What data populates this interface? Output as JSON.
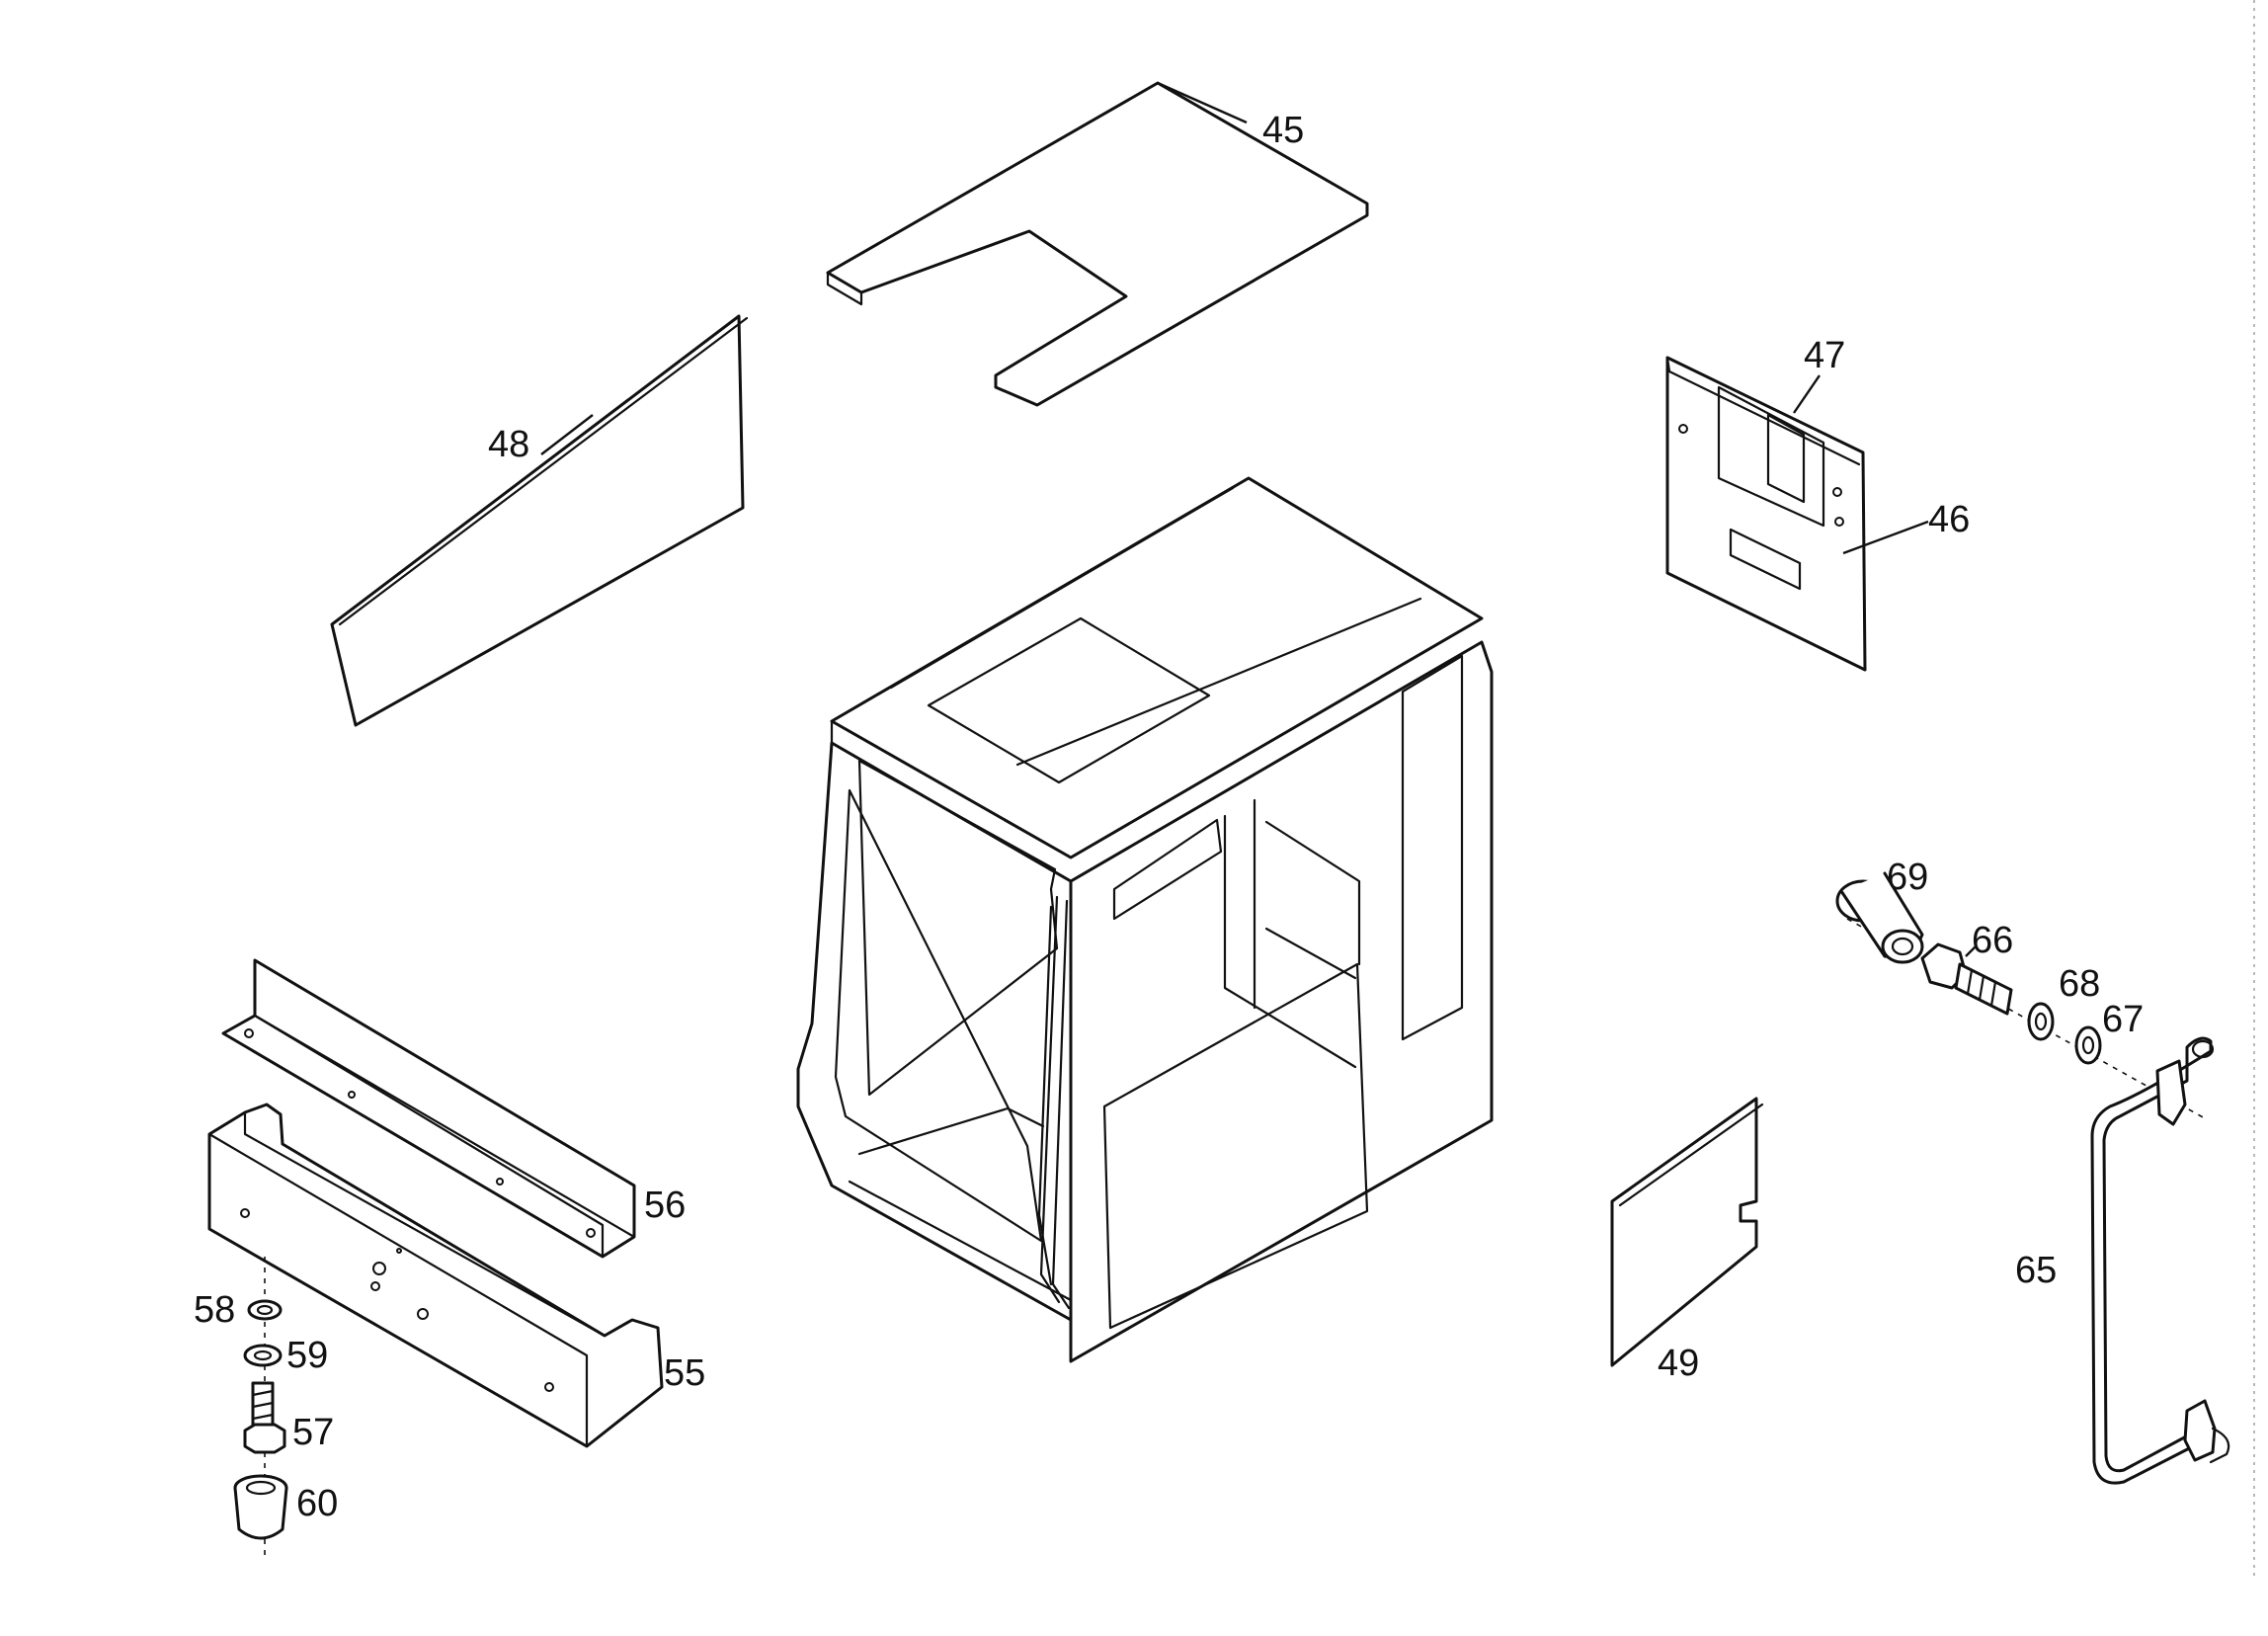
{
  "callouts": {
    "p45": "45",
    "p46": "46",
    "p47": "47",
    "p48": "48",
    "p49": "49",
    "p55": "55",
    "p56": "56",
    "p57": "57",
    "p58": "58",
    "p59": "59",
    "p60": "60",
    "p65": "65",
    "p66": "66",
    "p67": "67",
    "p68": "68",
    "p69": "69"
  },
  "colors": {
    "line": "#111111",
    "background": "#ffffff"
  }
}
